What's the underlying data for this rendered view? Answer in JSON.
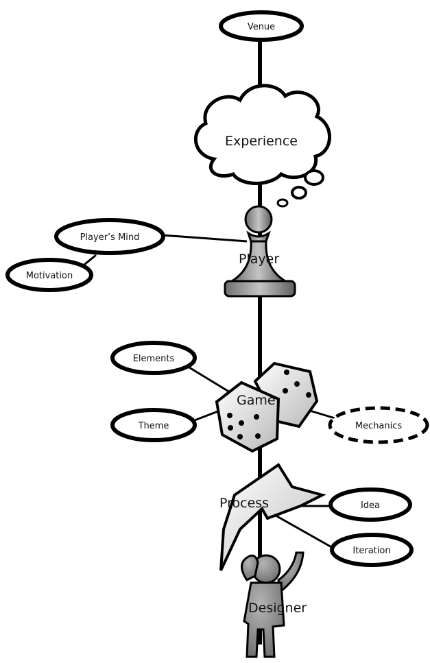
{
  "spine": {
    "top_label": "Venue"
  },
  "experience": {
    "label": "Experience"
  },
  "player": {
    "label": "Player",
    "mind": "Player’s Mind",
    "motivation": "Motivation"
  },
  "game": {
    "label": "Game",
    "elements": "Elements",
    "theme": "Theme",
    "mechanics": "Mechanics"
  },
  "process": {
    "label": "Process",
    "idea": "Idea",
    "iteration": "Iteration"
  },
  "designer": {
    "label": "Designer"
  },
  "colors": {
    "stroke": "#000000",
    "fill": "#ffffff",
    "grey": "#8a8a8a",
    "grey_light": "#c8c8c8"
  }
}
